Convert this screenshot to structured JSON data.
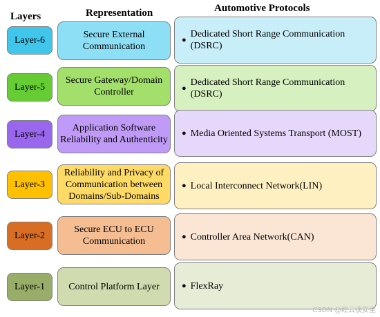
{
  "headers": {
    "layers": "Layers",
    "representation": "Representation",
    "protocols": "Automotive Protocols"
  },
  "rows": [
    {
      "layer": "Layer-6",
      "representation": "Secure External Communication",
      "protocol": "Dedicated Short Range Communication (DSRC)",
      "colors": {
        "layer": "#3fc6ea",
        "representation": "#8ddff5",
        "protocol": "#c8eef9"
      }
    },
    {
      "layer": "Layer-5",
      "representation": "Secure Gateway/Domain Controller",
      "protocol": "Dedicated Short Range Communication (DSRC)",
      "colors": {
        "layer": "#66cc33",
        "representation": "#a2e06b",
        "protocol": "#d6f0bf"
      }
    },
    {
      "layer": "Layer-4",
      "representation": "Application Software Reliability and Authenticity",
      "protocol": "Media Oriented Systems Transport (MOST)",
      "colors": {
        "layer": "#9966ee",
        "representation": "#c09af7",
        "protocol": "#e5d8fb"
      }
    },
    {
      "layer": "Layer-3",
      "representation": "Reliability and Privacy of Communication between Domains/Sub-Domains",
      "protocol": "Local Interconnect Network(LIN)",
      "colors": {
        "layer": "#ffc000",
        "representation": "#ffdb66",
        "protocol": "#fff0c2"
      }
    },
    {
      "layer": "Layer-2",
      "representation": "Secure ECU to ECU Communication",
      "protocol": "Controller Area Network(CAN)",
      "colors": {
        "layer": "#d86e23",
        "representation": "#f4bd92",
        "protocol": "#fbe6d6"
      }
    },
    {
      "layer": "Layer-1",
      "representation": "Control Platform Layer",
      "protocol": "FlexRay",
      "colors": {
        "layer": "#98ad67",
        "representation": "#d0dcb0",
        "protocol": "#e6ecd6"
      }
    }
  ],
  "watermark": "CSDN @红云谈安全"
}
